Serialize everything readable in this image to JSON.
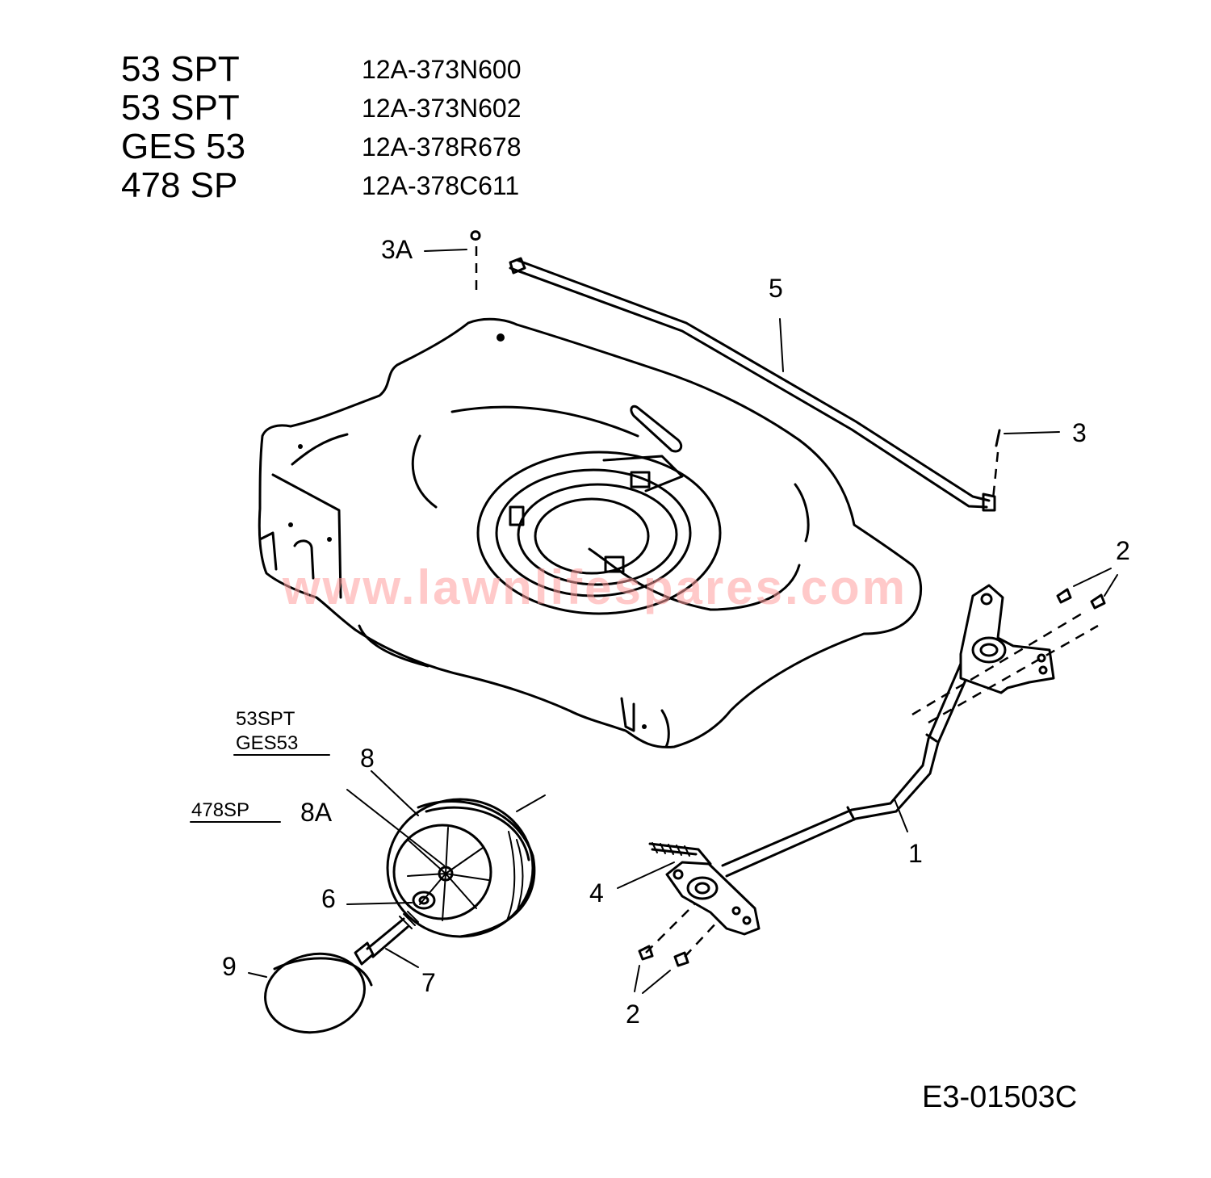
{
  "models": [
    {
      "name": "53 SPT",
      "code": "12A-373N600"
    },
    {
      "name": "53 SPT",
      "code": "12A-373N602"
    },
    {
      "name": "GES 53",
      "code": "12A-378R678"
    },
    {
      "name": "478 SP",
      "code": "12A-378C611"
    }
  ],
  "callouts": {
    "c1": "1",
    "c2a": "2",
    "c2b": "2",
    "c3": "3",
    "c3a": "3A",
    "c4": "4",
    "c5": "5",
    "c6": "6",
    "c7": "7",
    "c8": "8",
    "c8a": "8A",
    "c9": "9"
  },
  "variants": {
    "v1_line1": "53SPT",
    "v1_line2": "GES53",
    "v2": "478SP"
  },
  "watermark": "www.lawnlifespares.com",
  "diagram_ref": "E3-01503C"
}
